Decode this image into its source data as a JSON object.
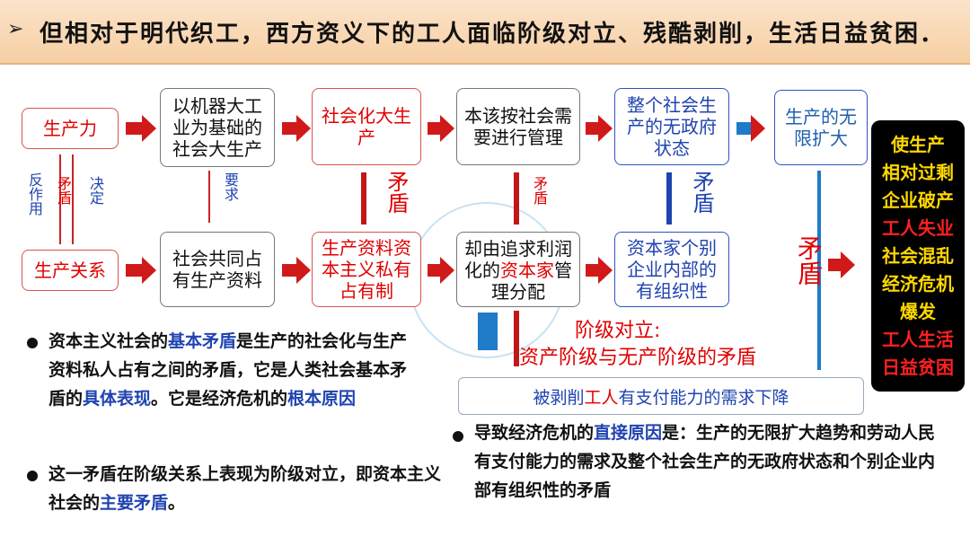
{
  "banner": {
    "text": "但相对于明代织工，西方资义下的工人面临阶级对立、残酷剥削，生活日益贫困．"
  },
  "row1": {
    "productivity": "生产力",
    "machine": "以机器大工业为基础的社会大生产",
    "socialized": "社会化大生产",
    "should": "本该按社会需要进行管理",
    "anarchy": "整个社会生产的无政府状态",
    "expand": "生产的无限扩大"
  },
  "row2": {
    "relations": "生产关系",
    "common": "社会共同占有生产资料",
    "private": "生产资料资本主义私有占有制",
    "profit_a": "却由追求利润化的",
    "profit_b": "资本家",
    "profit_c": "管理分配",
    "org": "资本家个别企业内部的有组织性"
  },
  "side": {
    "react": "反作用",
    "contra": "矛盾",
    "decide": "决定",
    "require": "要求"
  },
  "contradiction": "矛盾",
  "big_contradiction": "矛盾",
  "class": {
    "line1": "阶级对立:",
    "line2": "资产阶级与无产阶级的矛盾"
  },
  "demand": {
    "a": "被剥削",
    "b": "工人",
    "c": "有支付能力的需求下降"
  },
  "results": [
    "使生产",
    "相对过剩",
    "企业破产",
    "工人失业",
    "社会混乱",
    "经济危机",
    "爆发",
    "工人生活",
    "日益贫困"
  ],
  "bullet1": {
    "a": "资本主义社会的",
    "b": "基本矛盾",
    "c": "是生产的社会化与生产资料私人占有之间的矛盾，它是人类社会基本矛盾的",
    "d": "具体表现",
    "e": "。它是经济危机的",
    "f": "根本原因"
  },
  "bullet2": {
    "a": "这一矛盾在阶级关系上表现为阶级对立，即资本主义社会的",
    "b": "主要矛盾",
    "c": "。"
  },
  "bullet3": {
    "a": "导致经济危机的",
    "b": "直接原因",
    "c": "是：生产的无限扩大趋势和劳动人民有支付能力的需求及整个社会生产的无政府状态和个别企业内部有组织性的矛盾"
  },
  "colors": {
    "red": "#e00000",
    "blue": "#1f43b0",
    "banner": "#f6cfa4"
  }
}
